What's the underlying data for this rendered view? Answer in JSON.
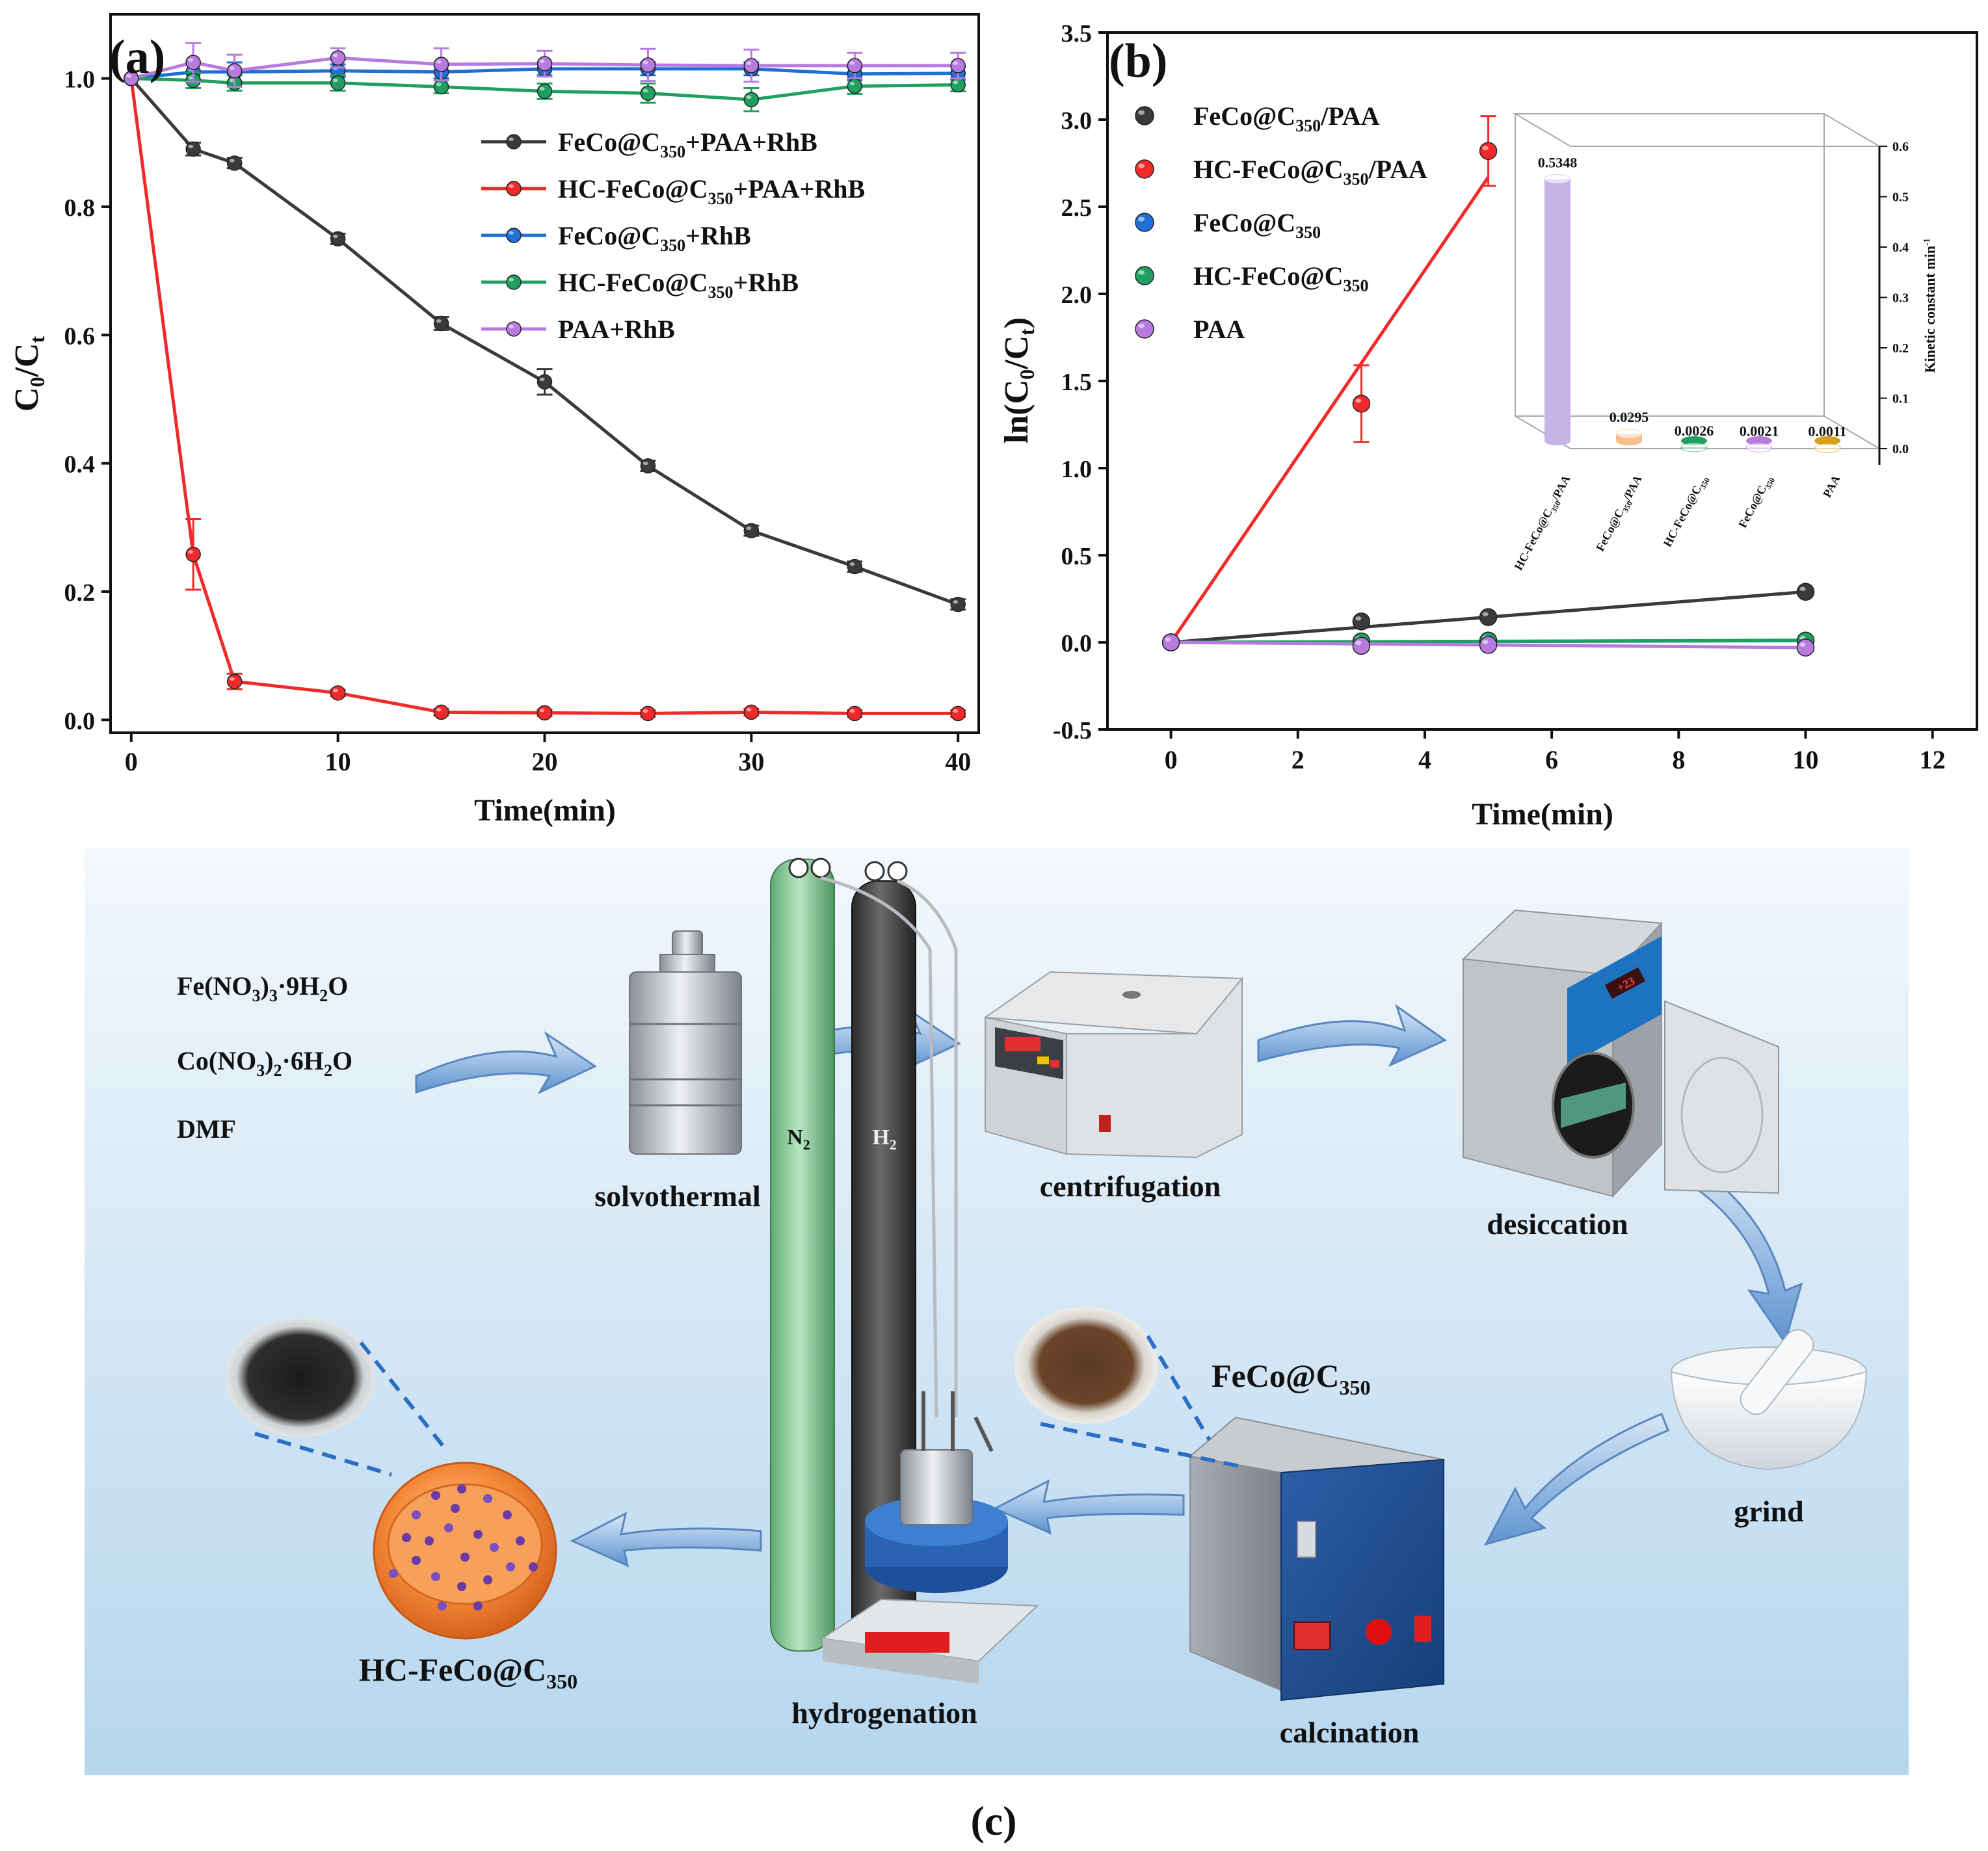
{
  "chart_data": [
    {
      "type": "line",
      "panel_label": "(a)",
      "xlabel": "Time(min)",
      "ylabel_main": "C",
      "ylabel_sub1": "0",
      "ylabel_slash": "/C",
      "ylabel_sub2": "t",
      "xlim": [
        -1,
        41
      ],
      "ylim": [
        -0.02,
        1.1
      ],
      "xticks": [
        0,
        10,
        20,
        30,
        40
      ],
      "yticks": [
        0.0,
        0.2,
        0.4,
        0.6,
        0.8,
        1.0
      ],
      "ytick_labels": [
        "0.0",
        "0.2",
        "0.4",
        "0.6",
        "0.8",
        "1.0"
      ],
      "series": [
        {
          "name": "FeCo@C350+PAA+RhB",
          "legend": {
            "pre": "FeCo@C",
            "sub": "350",
            "post": "+PAA+RhB"
          },
          "color": "#3a3a3a",
          "x": [
            0,
            3,
            5,
            10,
            15,
            20,
            25,
            30,
            35,
            40
          ],
          "y": [
            1.0,
            0.89,
            0.868,
            0.75,
            0.618,
            0.527,
            0.396,
            0.295,
            0.239,
            0.18
          ],
          "err": [
            0,
            0.01,
            0.008,
            0.008,
            0.01,
            0.02,
            0.008,
            0.008,
            0.008,
            0.008
          ]
        },
        {
          "name": "HC-FeCo@C350+PAA+RhB",
          "legend": {
            "pre": "HC-FeCo@C",
            "sub": "350",
            "post": "+PAA+RhB"
          },
          "color": "#f02a2a",
          "x": [
            0,
            3,
            5,
            10,
            15,
            20,
            25,
            30,
            35,
            40
          ],
          "y": [
            1.0,
            0.258,
            0.06,
            0.042,
            0.012,
            0.011,
            0.01,
            0.012,
            0.01,
            0.01
          ],
          "err": [
            0,
            0.055,
            0.012,
            0.005,
            0.005,
            0.005,
            0.005,
            0.005,
            0.005,
            0.005
          ]
        },
        {
          "name": "FeCo@C350+RhB",
          "legend": {
            "pre": "FeCo@C",
            "sub": "350",
            "post": "+RhB"
          },
          "color": "#1f6fd6",
          "x": [
            0,
            3,
            5,
            10,
            15,
            20,
            25,
            30,
            35,
            40
          ],
          "y": [
            1.0,
            1.01,
            1.01,
            1.012,
            1.01,
            1.015,
            1.015,
            1.015,
            1.007,
            1.008
          ],
          "err": [
            0,
            0.015,
            0.015,
            0.01,
            0.01,
            0.01,
            0.01,
            0.01,
            0.01,
            0.01
          ]
        },
        {
          "name": "HC-FeCo@C350+RhB",
          "legend": {
            "pre": "HC-FeCo@C",
            "sub": "350",
            "post": "+RhB"
          },
          "color": "#20a060",
          "x": [
            0,
            3,
            5,
            10,
            15,
            20,
            25,
            30,
            35,
            40
          ],
          "y": [
            1.0,
            0.997,
            0.993,
            0.993,
            0.987,
            0.98,
            0.977,
            0.967,
            0.988,
            0.99
          ],
          "err": [
            0,
            0.012,
            0.012,
            0.012,
            0.01,
            0.012,
            0.015,
            0.018,
            0.012,
            0.01
          ]
        },
        {
          "name": "PAA+RhB",
          "legend": {
            "pre": "PAA+RhB",
            "sub": "",
            "post": ""
          },
          "color": "#b77be0",
          "x": [
            0,
            3,
            5,
            10,
            15,
            20,
            25,
            30,
            35,
            40
          ],
          "y": [
            1.0,
            1.025,
            1.012,
            1.032,
            1.022,
            1.023,
            1.021,
            1.02,
            1.02,
            1.02
          ],
          "err": [
            0,
            0.03,
            0.025,
            0.015,
            0.025,
            0.02,
            0.025,
            0.025,
            0.02,
            0.02
          ]
        }
      ]
    },
    {
      "type": "line",
      "panel_label": "(b)",
      "xlabel": "Time(min)",
      "ylabel_pre": "ln(C",
      "ylabel_sub1": "0",
      "ylabel_slash": "/C",
      "ylabel_sub2": "t",
      "ylabel_post": ")",
      "xlim": [
        -1,
        12.7
      ],
      "ylim": [
        -0.5,
        3.5
      ],
      "xticks": [
        0,
        2,
        4,
        6,
        8,
        10,
        12
      ],
      "yticks": [
        -0.5,
        0.0,
        0.5,
        1.0,
        1.5,
        2.0,
        2.5,
        3.0,
        3.5
      ],
      "ytick_labels": [
        "-0.5",
        "0.0",
        "0.5",
        "1.0",
        "1.5",
        "2.0",
        "2.5",
        "3.0",
        "3.5"
      ],
      "series": [
        {
          "name": "FeCo@C350/PAA",
          "legend": {
            "pre": "FeCo@C",
            "sub": "350",
            "post": "/PAA"
          },
          "color": "#3a3a3a",
          "x": [
            0,
            3,
            5,
            10
          ],
          "y": [
            0.0,
            0.12,
            0.145,
            0.29
          ],
          "fit": [
            [
              0,
              0.0
            ],
            [
              10,
              0.29
            ]
          ]
        },
        {
          "name": "HC-FeCo@C350/PAA",
          "legend": {
            "pre": "HC-FeCo@C",
            "sub": "350",
            "post": "/PAA"
          },
          "color": "#f02a2a",
          "x": [
            0,
            3,
            5
          ],
          "y": [
            0.0,
            1.37,
            2.82
          ],
          "err": [
            0,
            0.22,
            0.2
          ],
          "fit": [
            [
              0,
              0.0
            ],
            [
              5,
              2.67
            ]
          ]
        },
        {
          "name": "FeCo@C350",
          "legend": {
            "pre": "FeCo@C",
            "sub": "350",
            "post": ""
          },
          "color": "#1f6fd6",
          "x": [
            0,
            3,
            5,
            10
          ],
          "y": [
            0.0,
            0.005,
            0.01,
            0.01
          ],
          "fit": [
            [
              0,
              0.0
            ],
            [
              10,
              0.01
            ]
          ]
        },
        {
          "name": "HC-FeCo@C350",
          "legend": {
            "pre": "HC-FeCo@C",
            "sub": "350",
            "post": ""
          },
          "color": "#20a060",
          "x": [
            0,
            3,
            5,
            10
          ],
          "y": [
            0.0,
            0.005,
            0.01,
            0.01
          ],
          "fit": [
            [
              0,
              0.0
            ],
            [
              10,
              0.012
            ]
          ]
        },
        {
          "name": "PAA",
          "legend": {
            "pre": "PAA",
            "sub": "",
            "post": ""
          },
          "color": "#b77be0",
          "x": [
            0,
            3,
            5,
            10
          ],
          "y": [
            0.0,
            -0.02,
            -0.015,
            -0.03
          ],
          "fit": [
            [
              0,
              0.0
            ],
            [
              10,
              -0.03
            ]
          ]
        }
      ]
    },
    {
      "type": "bar",
      "inset_of": "(b)",
      "ylabel": "Kinetic constant min",
      "ylabel_sup": "-1",
      "ylim": [
        0,
        0.6
      ],
      "yticks": [
        0.0,
        0.1,
        0.2,
        0.3,
        0.4,
        0.5,
        0.6
      ],
      "ytick_labels": [
        "0.0",
        "0.1",
        "0.2",
        "0.3",
        "0.4",
        "0.5",
        "0.6"
      ],
      "categories": [
        {
          "pre": "HC-FeCo@C",
          "sub": "350",
          "post": "/PAA"
        },
        {
          "pre": "FeCo@C",
          "sub": "350",
          "post": "/PAA"
        },
        {
          "pre": "HC-FeCo@C",
          "sub": "350",
          "post": ""
        },
        {
          "pre": "FeCo@C",
          "sub": "350",
          "post": ""
        },
        {
          "pre": "PAA",
          "sub": "",
          "post": ""
        }
      ],
      "values": [
        0.5348,
        0.0295,
        0.0026,
        0.0021,
        0.0011
      ],
      "value_labels": [
        "0.5348",
        "0.0295",
        "0.0026",
        "0.0021",
        "0.0011"
      ],
      "colors": [
        "#c7b3e6",
        "#f7c08a",
        "#20a060",
        "#b77be0",
        "#d4a017"
      ]
    }
  ],
  "diagram": {
    "panel_label": "(c)",
    "reagents": [
      {
        "pre": "Fe(NO",
        "s1": "3",
        "mid": ")",
        "s2": "3",
        "post": "·9H",
        "s3": "2",
        "end": "O"
      },
      {
        "pre": "Co(NO",
        "s1": "3",
        "mid": ")",
        "s2": "2",
        "post": "·6H",
        "s3": "2",
        "end": "O"
      },
      {
        "pre": "DMF",
        "s1": "",
        "mid": "",
        "s2": "",
        "post": "",
        "s3": "",
        "end": ""
      }
    ],
    "steps": {
      "solvothermal": "solvothermal",
      "centrifugation": "centrifugation",
      "desiccation": "desiccation",
      "grind": "grind",
      "calcination": "calcination",
      "hydrogenation": "hydrogenation"
    },
    "intermediate": {
      "pre": "FeCo@C",
      "sub": "350"
    },
    "product": {
      "pre": "HC-FeCo@C",
      "sub": "350"
    },
    "gas_n2": {
      "pre": "N",
      "sub": "2"
    },
    "gas_h2": {
      "pre": "H",
      "sub": "2"
    },
    "oven_display": "+23",
    "colors": {
      "arrow": "#6f9fd8",
      "background_top": "#eef5fb",
      "background_bottom": "#b9d8ef",
      "dash": "#2b6fc4"
    }
  }
}
